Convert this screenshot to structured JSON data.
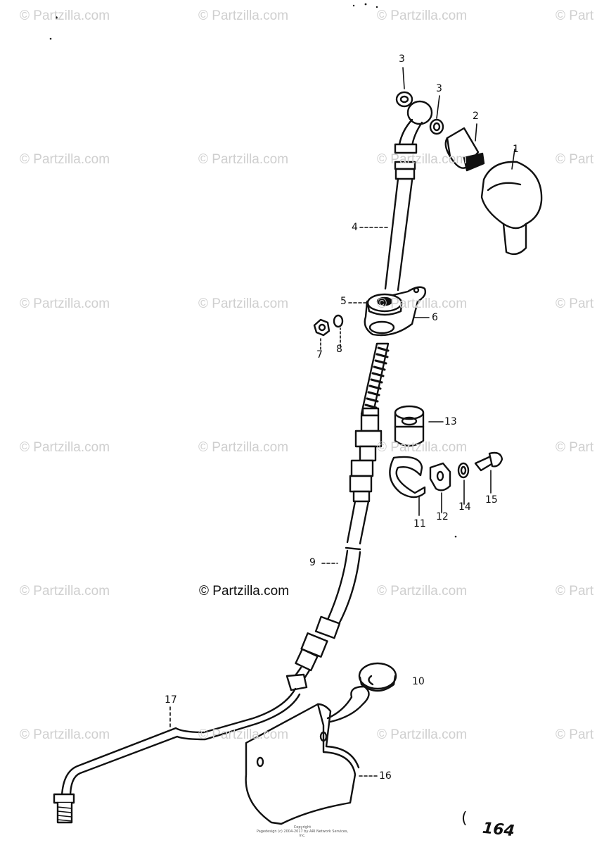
{
  "watermarks": {
    "text": "© Partzilla.com",
    "short_text": "© Part",
    "center_text": "© Partzilla.com"
  },
  "labels": {
    "p1": "1",
    "p2": "2",
    "p3a": "3",
    "p3b": "3",
    "p4": "4",
    "p5": "5",
    "p6": "6",
    "p7": "7",
    "p8": "8",
    "p9": "9",
    "p10": "10",
    "p11": "11",
    "p12": "12",
    "p13": "13",
    "p14": "14",
    "p15": "15",
    "p16": "16",
    "p17": "17"
  },
  "page_number": "164",
  "page_mark": "(",
  "copyright_lines": [
    "Copyright",
    "Pagedesign (c) 2004-2017 by ARI Network Services, Inc."
  ],
  "colors": {
    "ink": "#111111",
    "watermark": "#cfcfcf",
    "background": "#ffffff"
  }
}
